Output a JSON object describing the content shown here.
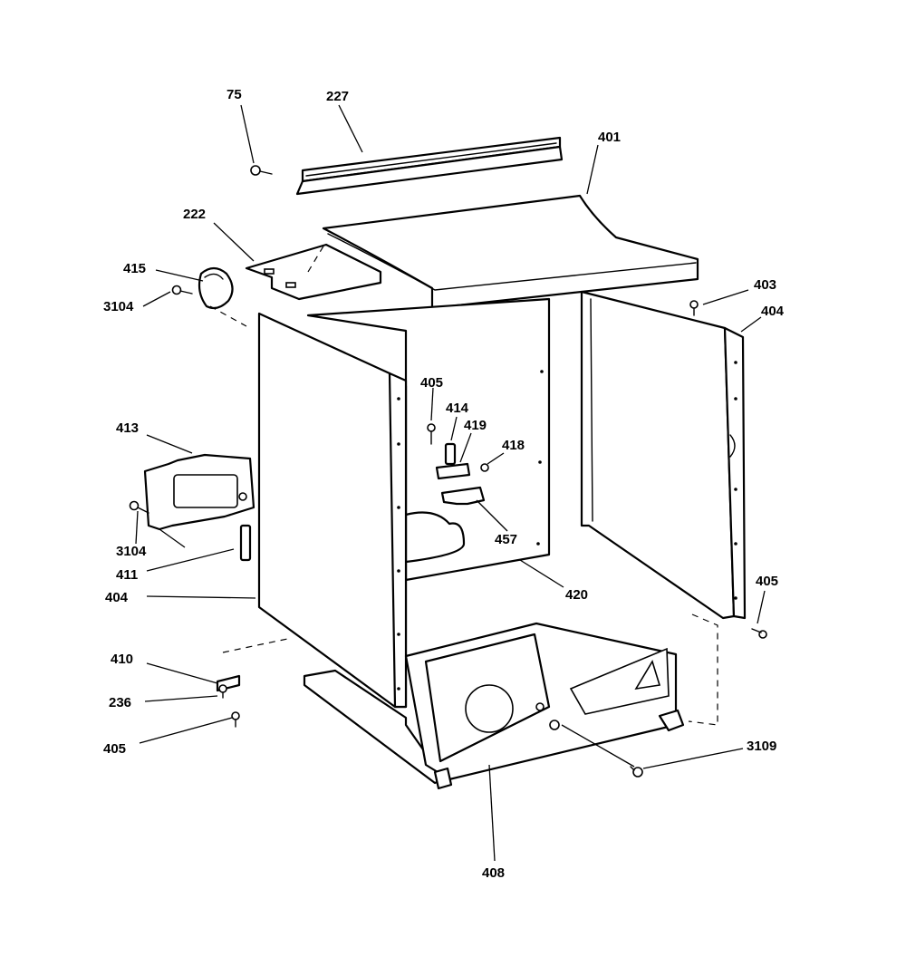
{
  "labels": [
    {
      "id": "75",
      "text": "75"
    },
    {
      "id": "227",
      "text": "227"
    },
    {
      "id": "401",
      "text": "401"
    },
    {
      "id": "222",
      "text": "222"
    },
    {
      "id": "415",
      "text": "415"
    },
    {
      "id": "3104a",
      "text": "3104"
    },
    {
      "id": "403",
      "text": "403"
    },
    {
      "id": "404a",
      "text": "404"
    },
    {
      "id": "405a",
      "text": "405"
    },
    {
      "id": "414",
      "text": "414"
    },
    {
      "id": "419",
      "text": "419"
    },
    {
      "id": "418",
      "text": "418"
    },
    {
      "id": "413",
      "text": "413"
    },
    {
      "id": "457",
      "text": "457"
    },
    {
      "id": "3104b",
      "text": "3104"
    },
    {
      "id": "411",
      "text": "411"
    },
    {
      "id": "420",
      "text": "420"
    },
    {
      "id": "404b",
      "text": "404"
    },
    {
      "id": "405b",
      "text": "405"
    },
    {
      "id": "410",
      "text": "410"
    },
    {
      "id": "236",
      "text": "236"
    },
    {
      "id": "405c",
      "text": "405"
    },
    {
      "id": "3109",
      "text": "3109"
    },
    {
      "id": "408",
      "text": "408"
    }
  ],
  "colors": {
    "line": "#000000",
    "background": "#ffffff"
  }
}
